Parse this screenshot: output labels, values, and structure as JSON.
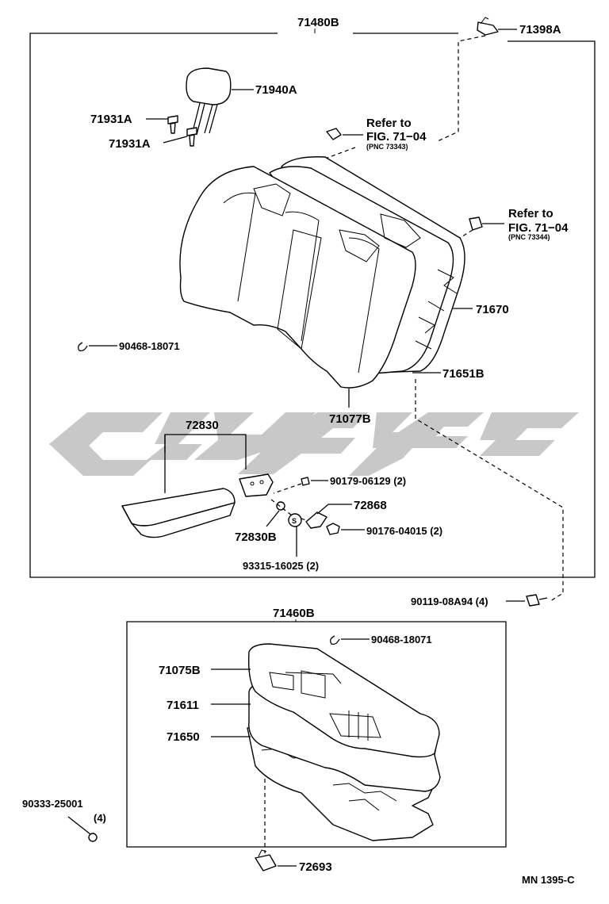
{
  "labels": {
    "top_assembly": "71480B",
    "clip_top": "71398A",
    "headrest": "71940A",
    "support_a": "71931A",
    "support_b": "71931A",
    "refer1_line1": "Refer to",
    "refer1_line2": "FIG. 71−04",
    "refer1_pnc": "(PNC 73343)",
    "refer2_line1": "Refer to",
    "refer2_line2": "FIG. 71−04",
    "refer2_pnc": "(PNC 73344)",
    "frame": "71670",
    "hog_ring_top": "90468-18071",
    "pad": "71651B",
    "cover": "71077B",
    "armrest": "72830",
    "bolt_1": "90179-06129 (2)",
    "hinge": "72868",
    "armrest_b": "72830B",
    "nut": "90176-04015 (2)",
    "plug": "93315-16025 (2)",
    "bolt_2": "90119-08A94 (4)",
    "bottom_assembly": "71460B",
    "hog_ring_bottom": "90468-18071",
    "cushion_cover": "71075B",
    "cushion_pad": "71611",
    "cushion_frame": "71650",
    "screw": "90333-25001",
    "screw_qty": "(4)",
    "clip_bottom": "72693",
    "ref_code": "MN 1395-C"
  },
  "watermark_color": "#c8c8c8"
}
